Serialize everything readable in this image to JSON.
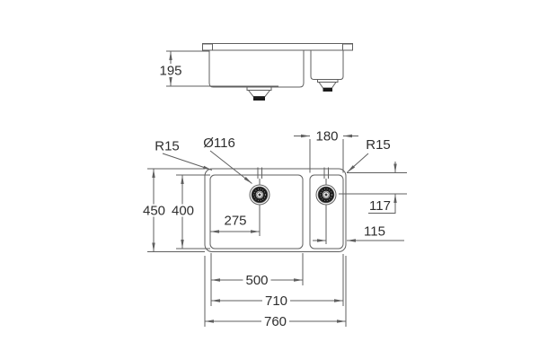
{
  "drawing": {
    "labels": {
      "side_bowl_depth": "195",
      "radius_top_left": "R15",
      "drain_diameter": "Ø116",
      "right_bowl_width": "180",
      "radius_top_right": "R15",
      "overall_depth": "450",
      "bowl_depth": "400",
      "left_drain_offset": "275",
      "right_drain_vertical_offset": "117",
      "right_drain_horizontal_offset": "115",
      "left_bowl_width": "500",
      "bowls_total_width": "710",
      "overall_width": "760"
    },
    "colors": {
      "line": "#5f5f5f",
      "text": "#2e2e2e",
      "drain_dark": "#1b1b1b",
      "background": "#ffffff"
    }
  }
}
